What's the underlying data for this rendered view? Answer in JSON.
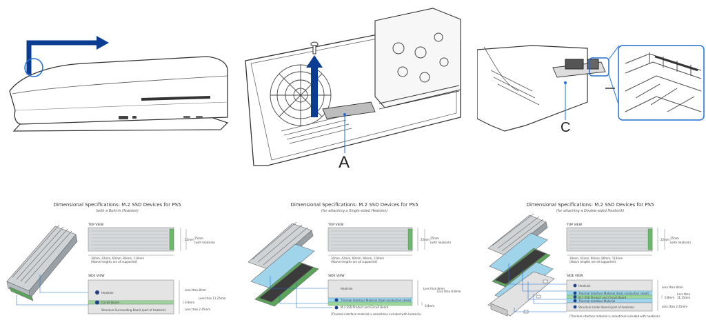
{
  "callouts": {
    "a": "A",
    "c": "C"
  },
  "specs": [
    {
      "title": "Dimensional Specifications: M.2 SSD Devices for PS5",
      "subtitle": "(with a Built-in Heatsink)",
      "top_view": "TOP VIEW",
      "side_view": "SIDE VIEW",
      "lengths": "30mm, 42mm, 60mm, 80mm, 110mm",
      "lengths_note": "(Above lengths are all supported)",
      "width_a": "22mm",
      "width_b": "25mm",
      "width_b_note": "(with heatsink)",
      "h_top": "Less than 8mm",
      "h_total": "Less than 11.25mm",
      "h_board": "0.8mm",
      "h_bottom": "Less than 2.45mm",
      "layers": [
        "Heatsink",
        "Circuit Board",
        "Structure Surrounding Board (part of heatsink)"
      ],
      "note": ""
    },
    {
      "title": "Dimensional Specifications: M.2 SSD Devices for PS5",
      "subtitle": "(for attaching a Single-sided Heatsink)",
      "top_view": "TOP VIEW",
      "side_view": "SIDE VIEW",
      "lengths": "30mm, 42mm, 60mm, 80mm, 110mm",
      "lengths_note": "(Above lengths are all supported)",
      "width_a": "22mm",
      "width_b": "25mm",
      "width_b_note": "(with heatsink)",
      "h_top": "Less than 8mm",
      "h_total": "Less than 8.8mm",
      "h_board": "0.8mm",
      "h_bottom": "",
      "layers": [
        "Heatsink",
        "Thermal Interface Material (heat conduction sheet)",
        "M.2 SSD Product and Circuit Board"
      ],
      "note": "(Thermal interface material is sometimes included with heatsink)"
    },
    {
      "title": "Dimensional Specifications: M.2 SSD Devices for PS5",
      "subtitle": "(for attaching a Double-sided Heatsink)",
      "top_view": "TOP VIEW",
      "side_view": "SIDE VIEW",
      "lengths": "30mm, 42mm, 60mm, 80mm, 110mm",
      "lengths_note": "(Above lengths are all supported)",
      "width_a": "22mm",
      "width_b": "25mm",
      "width_b_note": "(with heatsink)",
      "h_top": "Less than 8mm",
      "h_total": "Less than 11.25mm",
      "h_board": "0.8mm",
      "h_bottom": "Less than 2.45mm",
      "layers": [
        "Heatsink",
        "Thermal Interface Material (heat conduction sheet)",
        "M.2 SSD Product and Circuit Board",
        "Thermal Interface Material",
        "Structure Under Board (part of heatsink)"
      ],
      "note": "(Thermal interface material is sometimes included with heatsink)"
    }
  ]
}
